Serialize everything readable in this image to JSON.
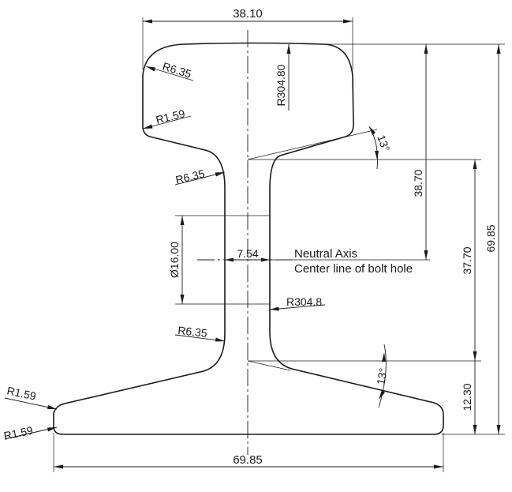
{
  "dimensions": {
    "head_width": "38.10",
    "base_width": "69.85",
    "overall_height": "69.85",
    "head_depth": "38.70",
    "neutral_axis_height": "37.70",
    "base_thickness": "12.30",
    "bolt_hole_diameter": "Ø16.00",
    "web_thickness": "7.54",
    "crown_radius": "R304.80",
    "web_radius": "R304.8",
    "head_corner_radius": "R6.35",
    "head_small_radius": "R1.59",
    "web_top_fillet": "R6.35",
    "web_bottom_fillet": "R6.35",
    "base_top_radius": "R1.59",
    "base_bottom_radius": "R1.59",
    "head_angle": "13°",
    "base_angle": "13°"
  },
  "labels": {
    "neutral_axis": "Neutral Axis",
    "bolt_hole_center": "Center line of bolt hole"
  }
}
